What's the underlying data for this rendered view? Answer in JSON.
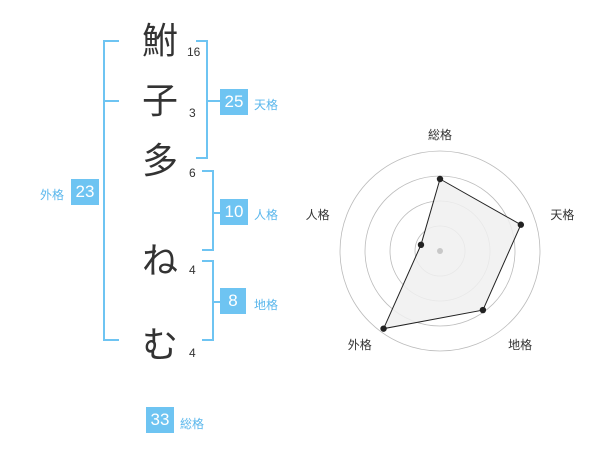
{
  "name": {
    "chars": [
      {
        "char": "鮒",
        "strokes": "16"
      },
      {
        "char": "子",
        "strokes": "3"
      },
      {
        "char": "多",
        "strokes": "6"
      },
      {
        "char": "ね",
        "strokes": "4"
      },
      {
        "char": "む",
        "strokes": "4"
      }
    ]
  },
  "fortune": {
    "tenkaku": {
      "value": "25",
      "label": "天格"
    },
    "jinkaku": {
      "value": "10",
      "label": "人格"
    },
    "chikaku": {
      "value": "8",
      "label": "地格"
    },
    "gaikaku": {
      "value": "23",
      "label": "外格"
    },
    "soukaku": {
      "value": "33",
      "label": "総格"
    }
  },
  "chart_data": {
    "type": "radar",
    "axes": [
      "総格",
      "天格",
      "地格",
      "外格",
      "人格"
    ],
    "values": [
      0.72,
      0.85,
      0.73,
      0.96,
      0.2
    ],
    "rings": 4,
    "colors": {
      "fill": "#f0f0f0",
      "line": "#222222",
      "grid": "#bbbbbb",
      "center": "#c8c8c8"
    }
  }
}
